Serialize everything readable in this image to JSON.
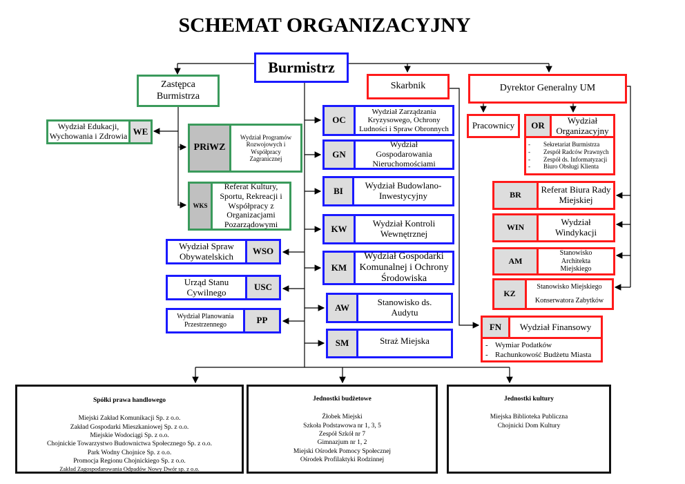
{
  "title": "SCHEMAT ORGANIZACYJNY",
  "burmistrz": "Burmistrz",
  "zastepca": "Zastępca Burmistrza",
  "skarbnik": "Skarbnik",
  "dyrektor": "Dyrektor Generalny UM",
  "pracownicy": "Pracownicy",
  "green_units": [
    {
      "code": "WE",
      "name": "Wydział Edukacji, Wychowania i Zdrowia"
    },
    {
      "code": "PRiWZ",
      "name": "Wydział Programów Rozwojowych i Współpracy Zagranicznej"
    },
    {
      "code": "WKS",
      "name": "Referat Kultury, Sportu, Rekreacji i Współpracy z Organizacjami Pozarządowymi"
    }
  ],
  "blue_left_units": [
    {
      "code": "WSO",
      "name": "Wydział Spraw Obywatelskich"
    },
    {
      "code": "USC",
      "name": "Urząd Stanu Cywilnego"
    },
    {
      "code": "PP",
      "name": "Wydział Planowania Przestrzennego"
    }
  ],
  "blue_center_units": [
    {
      "code": "OC",
      "name": "Wydział Zarządzania Kryzysowego, Ochrony Ludności i Spraw Obronnych"
    },
    {
      "code": "GN",
      "name": "Wydział Gospodarowania Nieruchomościami"
    },
    {
      "code": "BI",
      "name": "Wydział Budowlano-Inwestycyjny"
    },
    {
      "code": "KW",
      "name": "Wydział Kontroli Wewnętrznej"
    },
    {
      "code": "KM",
      "name": "Wydział Gospodarki Komunalnej i Ochrony Środowiska"
    },
    {
      "code": "AW",
      "name": "Stanowisko ds. Audytu"
    },
    {
      "code": "SM",
      "name": "Straż Miejska"
    }
  ],
  "or_unit": {
    "code": "OR",
    "name": "Wydział Organizacyjny",
    "items": [
      "Sekretariat Burmistrza",
      "Zespół Radców Prawnych",
      "Zespół ds. Informatyzacji",
      "Biuro Obsługi Klienta"
    ]
  },
  "red_units": [
    {
      "code": "BR",
      "name": "Referat Biura Rady Miejskiej"
    },
    {
      "code": "WIN",
      "name": "Wydział Windykacji"
    },
    {
      "code": "AM",
      "name": "Stanowisko Architekta Miejskiego"
    },
    {
      "code": "KZ",
      "name": "Stanowisko Miejskiego Konserwatora Zabytków"
    }
  ],
  "fn_unit": {
    "code": "FN",
    "name": "Wydział Finansowy",
    "items": [
      "Wymiar Podatków",
      "Rachunkowość Budżetu Miasta"
    ]
  },
  "bottom": [
    {
      "title": "Spółki prawa handlowego",
      "items": [
        "Miejski Zakład Komunikacji Sp. z o.o.",
        "Zakład Gospodarki Mieszkaniowej Sp. z o.o.",
        "Miejskie Wodociągi Sp. z o.o.",
        "Chojnickie Towarzystwo Budownictwa Społecznego Sp. z o.o.",
        "Park Wodny Chojnice Sp. z o.o.",
        "Promocja Regionu Chojnickiego Sp. z o.o.",
        "Zakład Zagospodarowania Odpadów Nowy Dwór sp. z o.o."
      ]
    },
    {
      "title": "Jednostki budżetowe",
      "items": [
        "Żłobek Miejski",
        "Szkoła Podstawowa nr 1, 3, 5",
        "Zespół Szkół nr 7",
        "Gimnazjum nr 1, 2",
        "Miejski Ośrodek Pomocy Społecznej",
        "Ośrodek Profilaktyki Rodzinnej"
      ]
    },
    {
      "title": "Jednostki kultury",
      "items": [
        "Miejska Biblioteka Publiczna",
        "Chojnicki Dom Kultury"
      ]
    }
  ]
}
